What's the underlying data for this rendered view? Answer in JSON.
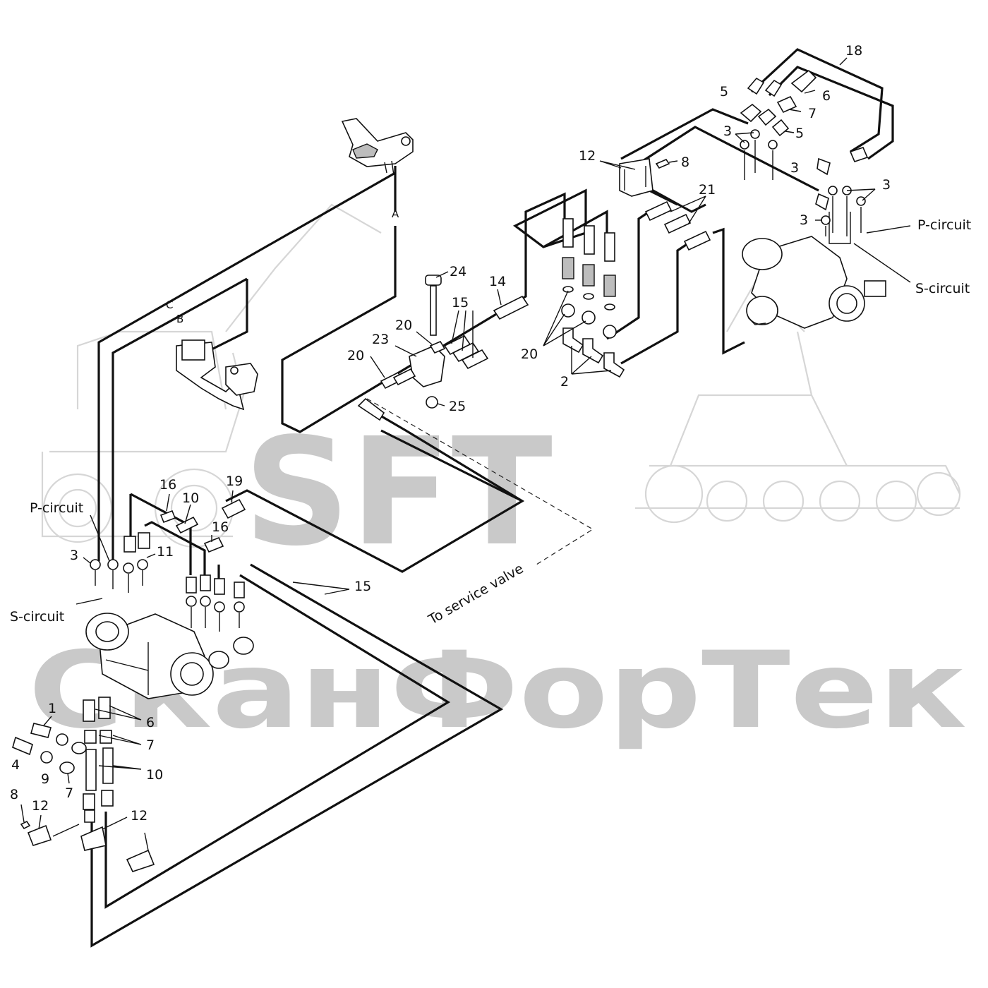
{
  "watermark": {
    "brand": "SFT",
    "company": "СканФорТек"
  },
  "letters": {
    "a": "A",
    "b": "B",
    "c": "C"
  },
  "annotations": {
    "p_circuit_right": "P-circuit",
    "s_circuit_right": "S-circuit",
    "p_circuit_left": "P-circuit",
    "s_circuit_left": "S-circuit",
    "service_valve": "To service valve"
  },
  "callouts": {
    "n18": "18",
    "n5a": "5",
    "n6a": "6",
    "n7a": "7",
    "n3a": "3",
    "n5b": "5",
    "n12a": "12",
    "n8a": "8",
    "n3b": "3",
    "n21": "21",
    "n3c": "3",
    "n3d": "3",
    "n24": "24",
    "n14": "14",
    "n15a": "15",
    "n20a": "20",
    "n23": "23",
    "n20b": "20",
    "n20c": "20",
    "n2": "2",
    "n25": "25",
    "n16a": "16",
    "n10a": "10",
    "n19": "19",
    "n16b": "16",
    "n11": "11",
    "n3e": "3",
    "n15b": "15",
    "n1": "1",
    "n6b": "6",
    "n7b": "7",
    "n4": "4",
    "n9": "9",
    "n10b": "10",
    "n7c": "7",
    "n8b": "8",
    "n12b": "12",
    "n12c": "12"
  }
}
